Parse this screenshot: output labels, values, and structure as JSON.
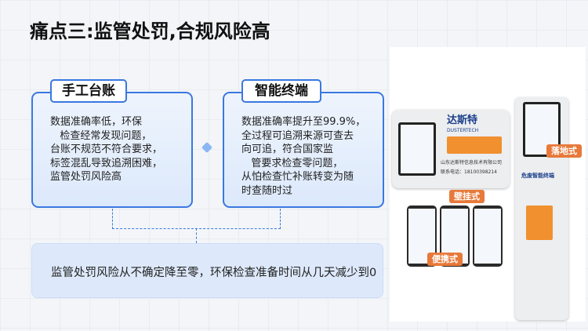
{
  "title": "痛点三:监管处罚,合规风险高",
  "left_card": {
    "label": "手工台账",
    "text": "数据准确率低，环保\n   检查经常发现问题，\n台账不规范不符合要求，\n标签混乱导致追溯困难，\n监管处罚风险高"
  },
  "right_card": {
    "label": "智能终端",
    "text": "数据准确率提升至99.9%，\n全过程可追溯来源可查去\n向可追，符合国家监\n   管要求检查零问题，\n从怕检查忙补账转变为随\n时查随时过"
  },
  "summary": "监管处罚风险从不确定降至零，环保检查准备时间从几天减少到0",
  "product": {
    "brand_cn": "达斯特",
    "brand_en": "DUSTERTECH",
    "company": "山东达斯特信息技术有限公司",
    "phone": "联系电话：18100398214",
    "terminal_name": "危废智能终端",
    "wall_label": "壁挂式",
    "floor_label": "落地式",
    "portable_label": "便携式"
  },
  "colors": {
    "accent": "#3a78e0",
    "badge": "#e8793a"
  }
}
